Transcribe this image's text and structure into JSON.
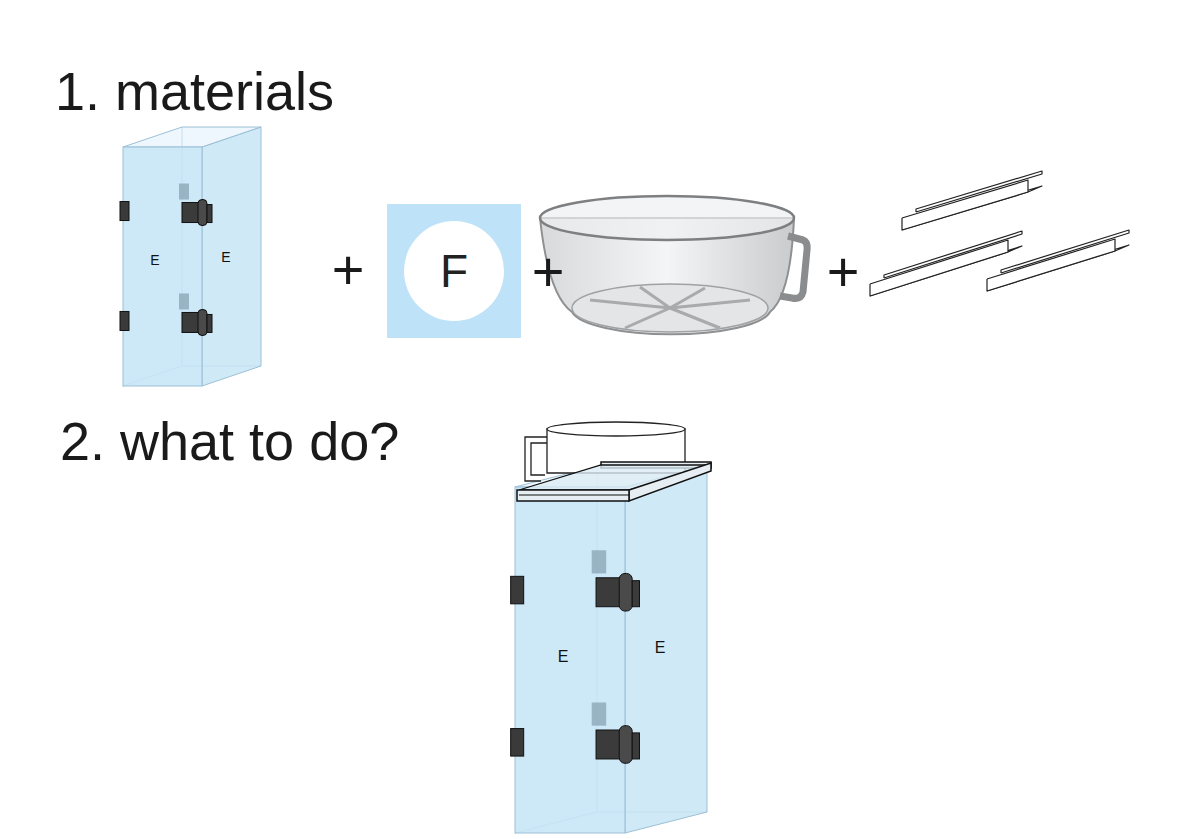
{
  "diagram": {
    "nodes": [
      {
        "text": [
          "E",
          "E"
        ]
      },
      {
        "text": [
          "F"
        ]
      },
      {
        "text": [
          "E",
          "E"
        ]
      }
    ],
    "labels": [
      "1. materials",
      "+",
      "+",
      "+",
      "2. what to do?"
    ]
  }
}
